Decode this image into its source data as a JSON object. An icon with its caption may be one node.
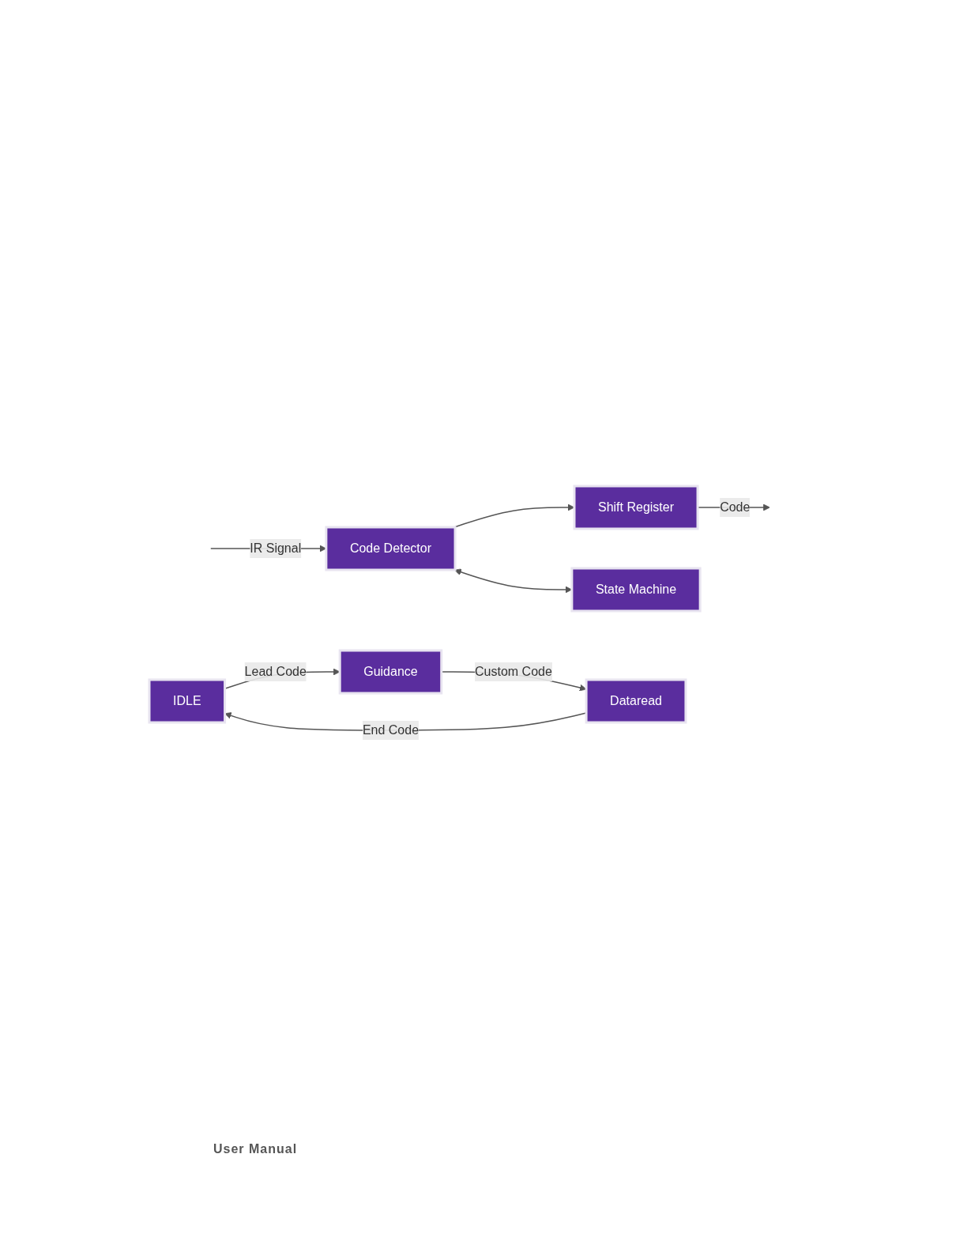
{
  "diagram": {
    "nodes": [
      {
        "text": [
          "Code Detector"
        ]
      },
      {
        "text": [
          "Shift Register"
        ]
      },
      {
        "text": [
          "State Machine"
        ]
      },
      {
        "text": [
          "IDLE"
        ]
      },
      {
        "text": [
          "Guidance"
        ]
      },
      {
        "text": [
          "Dataread"
        ]
      }
    ],
    "edges": [
      {
        "from": null,
        "to": 0,
        "arrow": "to",
        "label": "IR Signal"
      },
      {
        "from": 0,
        "to": 1,
        "arrow": "to"
      },
      {
        "from": 1,
        "to": null,
        "arrow": "to",
        "label": "Code"
      },
      {
        "from": 0,
        "to": 2,
        "arrow": "both"
      },
      {
        "from": 3,
        "to": 4,
        "arrow": "to",
        "label": "Lead Code"
      },
      {
        "from": 4,
        "to": 5,
        "arrow": "to",
        "label": "Custom Code"
      },
      {
        "from": 5,
        "to": 3,
        "arrow": "to",
        "label": "End Code"
      }
    ],
    "labels": [
      "User Manual"
    ]
  }
}
